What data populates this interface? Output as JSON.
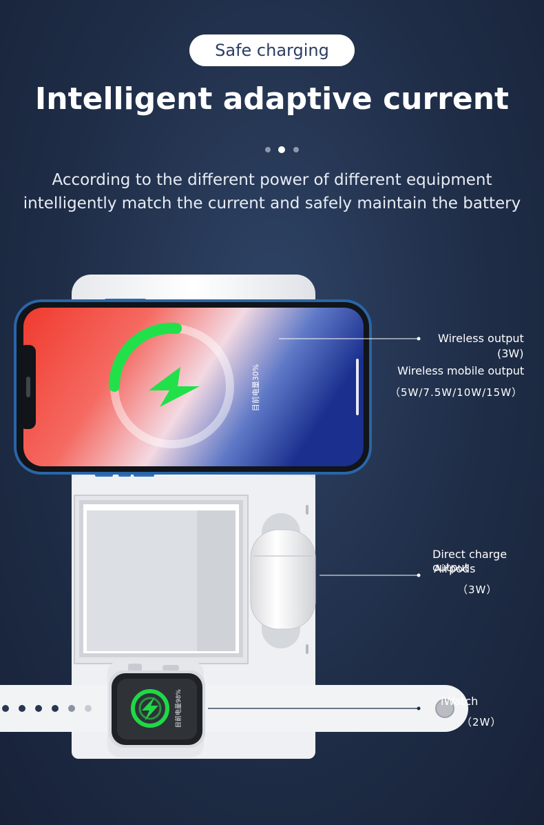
{
  "badge": {
    "label": "Safe charging"
  },
  "heading": {
    "title": "Intelligent adaptive current"
  },
  "description": {
    "line1": "According to the different power of different equipment",
    "line2": "intelligently match the current and safely maintain the battery"
  },
  "pagination": {
    "total": 3,
    "active": 2
  },
  "phone": {
    "battery_text": "目前电量30%",
    "ring_color": "#22e04a"
  },
  "watch": {
    "battery_text": "目前电量98%"
  },
  "callouts": {
    "wireless": {
      "label": "Wireless output",
      "watt": "(3W)",
      "mobile_label": "Wireless mobile output",
      "mobile_spec": "（5W/7.5W/10W/15W）"
    },
    "airpods": {
      "label": "Direct charge output",
      "device": "Airpods",
      "spec": "（3W）"
    },
    "iwatch": {
      "device": "iWatch",
      "spec": "（2W）"
    }
  }
}
